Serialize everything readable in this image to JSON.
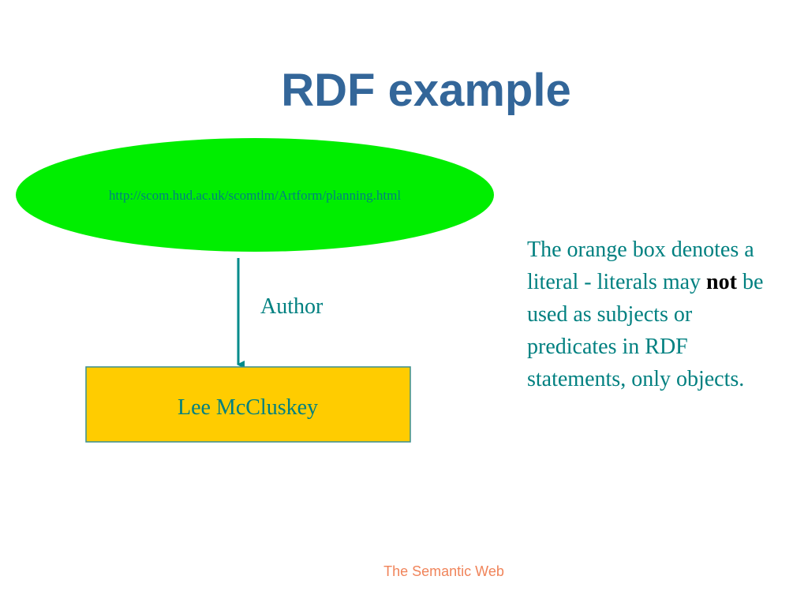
{
  "title": "RDF example",
  "diagram": {
    "subject_uri": "http://scom.hud.ac.uk/scomtlm/Artform/planning.html",
    "predicate_label": "Author",
    "object_literal": "Lee McCluskey",
    "colors": {
      "subject_fill": "#00ee00",
      "literal_fill": "#ffcc00",
      "literal_border": "#3a8f8f",
      "arrow": "#008b8b",
      "text": "#008080"
    }
  },
  "caption": {
    "part1": "The orange box denotes a literal - literals may ",
    "emphasis": "not",
    "part2": " be used as subjects or predicates in RDF statements, only objects."
  },
  "footer": "The Semantic Web"
}
